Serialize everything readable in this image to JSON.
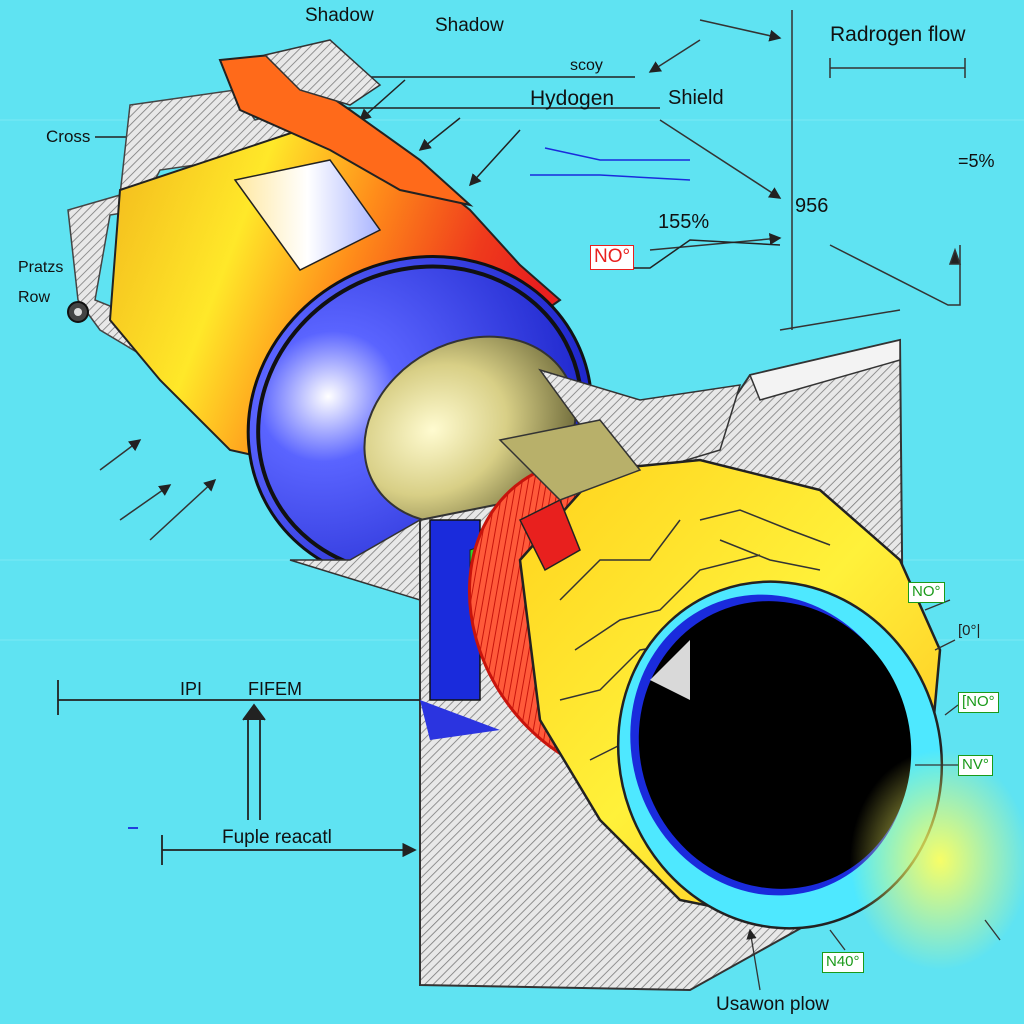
{
  "labels": {
    "shadow_1": "Shadow",
    "shadow_2": "Shadow",
    "radrogen_flow": "Radrogen flow",
    "scoy": "scoy",
    "hydogen": "Hydogen",
    "shield": "Shield",
    "cross": "Cross",
    "pratzs": "Pratzs",
    "row": "Row",
    "pct_minus5": "=5%",
    "val_956": "956",
    "pct_155": "155%",
    "ipi": "IPI",
    "fifem": "FIFEM",
    "fuple_reacatl": "Fuple reacatl",
    "usawon_plow": "Usawon plow"
  },
  "tags": {
    "no_red": "NO°",
    "no_green_1": "NO°",
    "bracket_1": "[0°|",
    "no_green_2": "[NO°",
    "nv_green": "NV°",
    "n40_green": "N40°"
  },
  "colors": {
    "background": "#5fe3f2",
    "hatch_gray": "#b8b8b8",
    "yellow": "#ffe829",
    "orange": "#ff8c1a",
    "red": "#e8201e",
    "blue": "#1a2bdc",
    "khaki": "#c9c27a",
    "black": "#000000",
    "cyan_ring": "#4ee8ff",
    "green": "#31d62a"
  }
}
